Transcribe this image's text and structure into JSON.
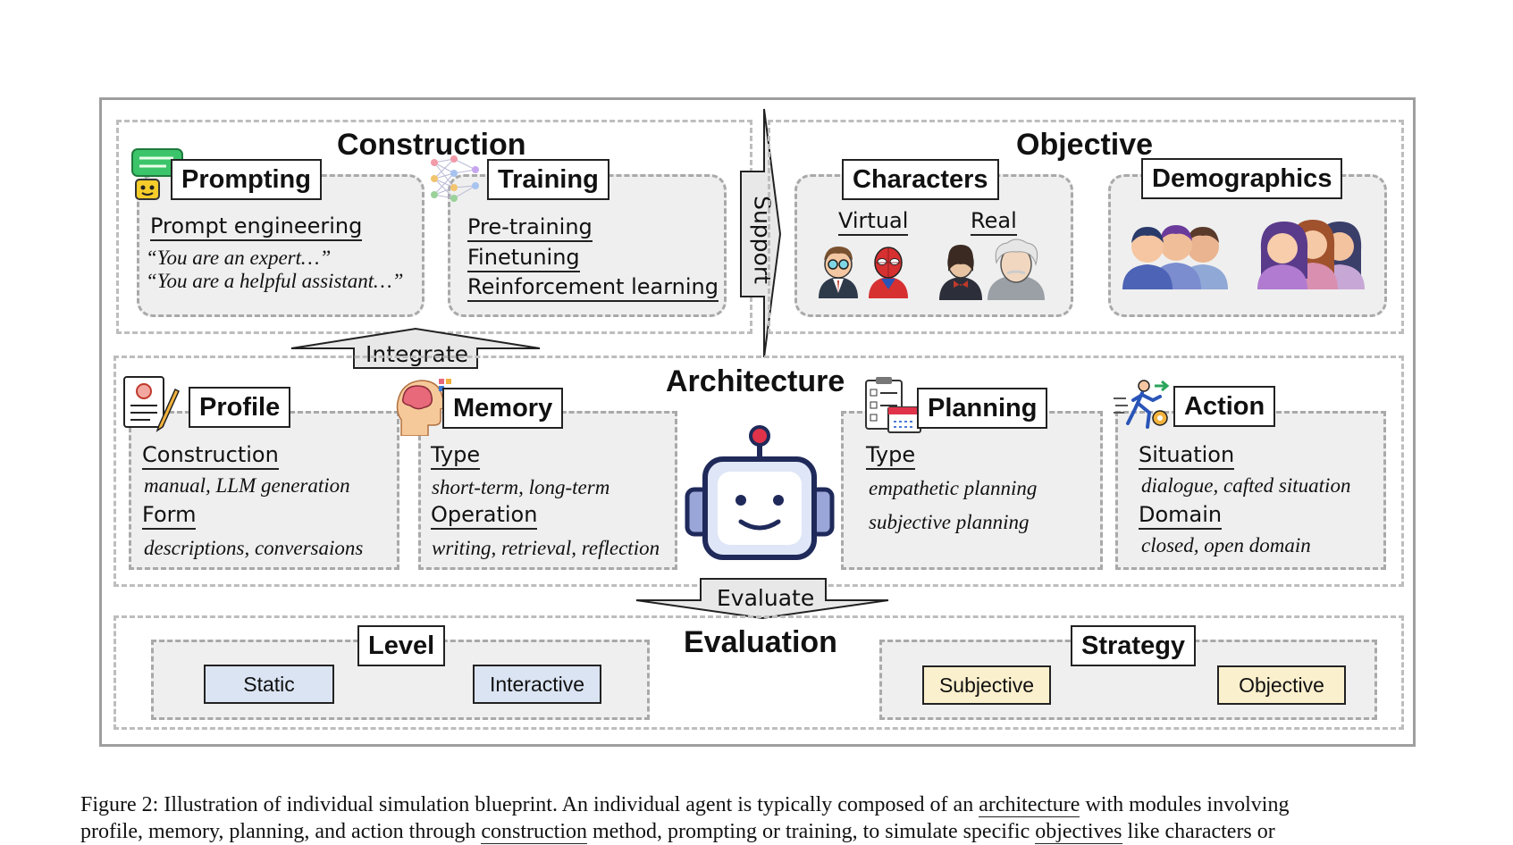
{
  "construction": {
    "title": "Construction",
    "prompting": {
      "label": "Prompting",
      "item": "Prompt engineering",
      "example1": "“You are an expert…”",
      "example2": "“You are a helpful assistant…”"
    },
    "training": {
      "label": "Training",
      "items": [
        "Pre-training",
        "Finetuning",
        "Reinforcement learning"
      ]
    }
  },
  "support_label": "Support",
  "integrate_label": "Integrate",
  "evaluate_label": "Evaluate",
  "objective": {
    "title": "Objective",
    "characters": {
      "label": "Characters",
      "virtual": "Virtual",
      "real": "Real"
    },
    "demographics": {
      "label": "Demographics"
    }
  },
  "architecture": {
    "title": "Architecture",
    "profile": {
      "label": "Profile",
      "sub1": "Construction",
      "sub1_desc": "manual, LLM generation",
      "sub2": "Form",
      "sub2_desc": "descriptions, conversaions"
    },
    "memory": {
      "label": "Memory",
      "sub1": "Type",
      "sub1_desc": "short-term, long-term",
      "sub2": "Operation",
      "sub2_desc": "writing, retrieval, reflection"
    },
    "planning": {
      "label": "Planning",
      "sub1": "Type",
      "desc1": "empathetic planning",
      "desc2": "subjective planning"
    },
    "action": {
      "label": "Action",
      "sub1": "Situation",
      "sub1_desc": "dialogue, cafted situation",
      "sub2": "Domain",
      "sub2_desc": "closed, open domain"
    }
  },
  "evaluation": {
    "title": "Evaluation",
    "level": {
      "label": "Level",
      "options": [
        "Static",
        "Interactive"
      ]
    },
    "strategy": {
      "label": "Strategy",
      "options": [
        "Subjective",
        "Objective"
      ]
    }
  },
  "caption": {
    "line1_a": "Figure 2: Illustration of individual simulation blueprint. An individual agent is typically composed of an ",
    "line1_u": "architecture",
    "line1_b": " with modules involving",
    "line2_a": "profile, memory, planning, and action through ",
    "line2_u1": "construction",
    "line2_b": " method, prompting or training, to simulate specific ",
    "line2_u2": "objectives",
    "line2_c": " like characters or"
  },
  "colors": {
    "level_tag": "#dbe4f2",
    "strategy_tag": "#fbf0cd",
    "box_fill": "#efefef"
  }
}
